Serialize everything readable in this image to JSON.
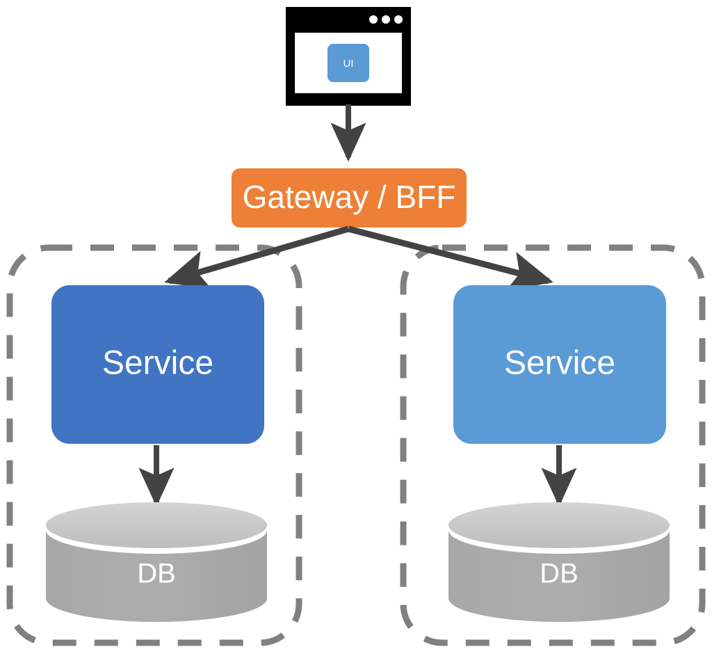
{
  "diagram": {
    "title": "Microservices architecture with Gateway/BFF",
    "type": "architecture-diagram",
    "background_color": "#ffffff"
  },
  "client": {
    "window_name": "browser-window",
    "frame_color": "#000000",
    "screen_color": "#ffffff",
    "dots": [
      "dot-1",
      "dot-2",
      "dot-3"
    ],
    "dot_color": "#ffffff",
    "app": {
      "label": "UI",
      "color": "#5B9BD5",
      "text_color": "#ffffff"
    }
  },
  "gateway": {
    "label": "Gateway / BFF",
    "color": "#ED8036",
    "text_color": "#ffffff"
  },
  "groups": [
    {
      "name": "left-service-group",
      "border_color": "#808080",
      "border_style": "dashed",
      "service": {
        "label": "Service",
        "color": "#4175C4",
        "text_color": "#ffffff"
      },
      "database": {
        "label": "DB",
        "body_color": "#A6A6A6",
        "top_color": "#C9C9C9",
        "text_color": "#ffffff"
      }
    },
    {
      "name": "right-service-group",
      "border_color": "#808080",
      "border_style": "dashed",
      "service": {
        "label": "Service",
        "color": "#5B9BD5",
        "text_color": "#ffffff"
      },
      "database": {
        "label": "DB",
        "body_color": "#A6A6A6",
        "top_color": "#C9C9C9",
        "text_color": "#ffffff"
      }
    }
  ],
  "connectors": [
    {
      "name": "ui-to-gateway",
      "from": "browser-window",
      "to": "gateway",
      "color": "#434343"
    },
    {
      "name": "gateway-to-left-service",
      "from": "gateway",
      "to": "left-service",
      "color": "#434343"
    },
    {
      "name": "gateway-to-right-service",
      "from": "gateway",
      "to": "right-service",
      "color": "#434343"
    },
    {
      "name": "left-service-to-left-db",
      "from": "left-service",
      "to": "left-db",
      "color": "#434343"
    },
    {
      "name": "right-service-to-right-db",
      "from": "right-service",
      "to": "right-db",
      "color": "#434343"
    }
  ]
}
